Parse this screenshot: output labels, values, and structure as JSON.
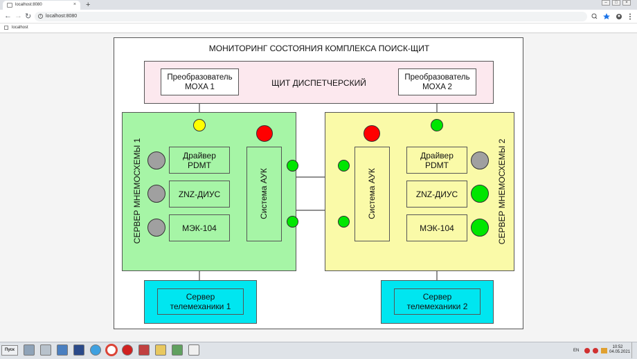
{
  "browser": {
    "tab_title": "localhost:8080",
    "new_tab": "+",
    "close_tab": "×",
    "url": "localhost:8080",
    "bookmark": "localhost",
    "nav": {
      "back": "←",
      "forward": "→",
      "reload": "↻"
    },
    "window_controls": {
      "min": "–",
      "max": "□",
      "close": "×"
    }
  },
  "diagram": {
    "title": "МОНИТОРИНГ СОСТОЯНИЯ КОМПЛЕКСА ПОИСК-ЩИТ",
    "dispatch_panel": {
      "label": "ЩИТ ДИСПЕТЧЕРСКИЙ",
      "converter1": {
        "line1": "Преобразователь",
        "line2": "MOXA 1"
      },
      "converter2": {
        "line1": "Преобразователь",
        "line2": "MOXA 2"
      }
    },
    "server1": {
      "label": "СЕРВЕР МНЕМОСХЕМЫ 1",
      "driver": {
        "line1": "Драйвер",
        "line2": "PDMT"
      },
      "znz": "ZNZ-ДИУС",
      "mek": "МЭК-104",
      "auk": "Система АУК"
    },
    "server2": {
      "label": "СЕРВЕР МНЕМОСХЕМЫ 2",
      "driver": {
        "line1": "Драйвер",
        "line2": "PDMT"
      },
      "znz": "ZNZ-ДИУС",
      "mek": "МЭК-104",
      "auk": "Система АУК"
    },
    "telemech1": {
      "line1": "Сервер",
      "line2": "телемеханики 1"
    },
    "telemech2": {
      "line1": "Сервер",
      "line2": "телемеханики 2"
    },
    "status_colors": {
      "moxa1": "#ffff00",
      "moxa2": "#00e600",
      "auk1": "#ff0000",
      "auk2": "#ff0000",
      "auk1_link_top": "#00e600",
      "auk1_link_bottom": "#00e600",
      "auk2_link_top": "#00e600",
      "auk2_link_bottom": "#00e600",
      "s1_driver": "#a0a0a0",
      "s1_znz": "#a0a0a0",
      "s1_mek": "#a0a0a0",
      "s2_driver": "#a0a0a0",
      "s2_znz": "#00e600",
      "s2_mek": "#00e600"
    },
    "colors": {
      "dispatch_bg": "#fce8ee",
      "server1_bg": "#a6f5a6",
      "server2_bg": "#fafaa8",
      "telemech_bg": "#00e6f0"
    }
  },
  "taskbar": {
    "start": "Пуск",
    "lang": "EN",
    "time": "10:52",
    "date": "04.05.2021"
  }
}
